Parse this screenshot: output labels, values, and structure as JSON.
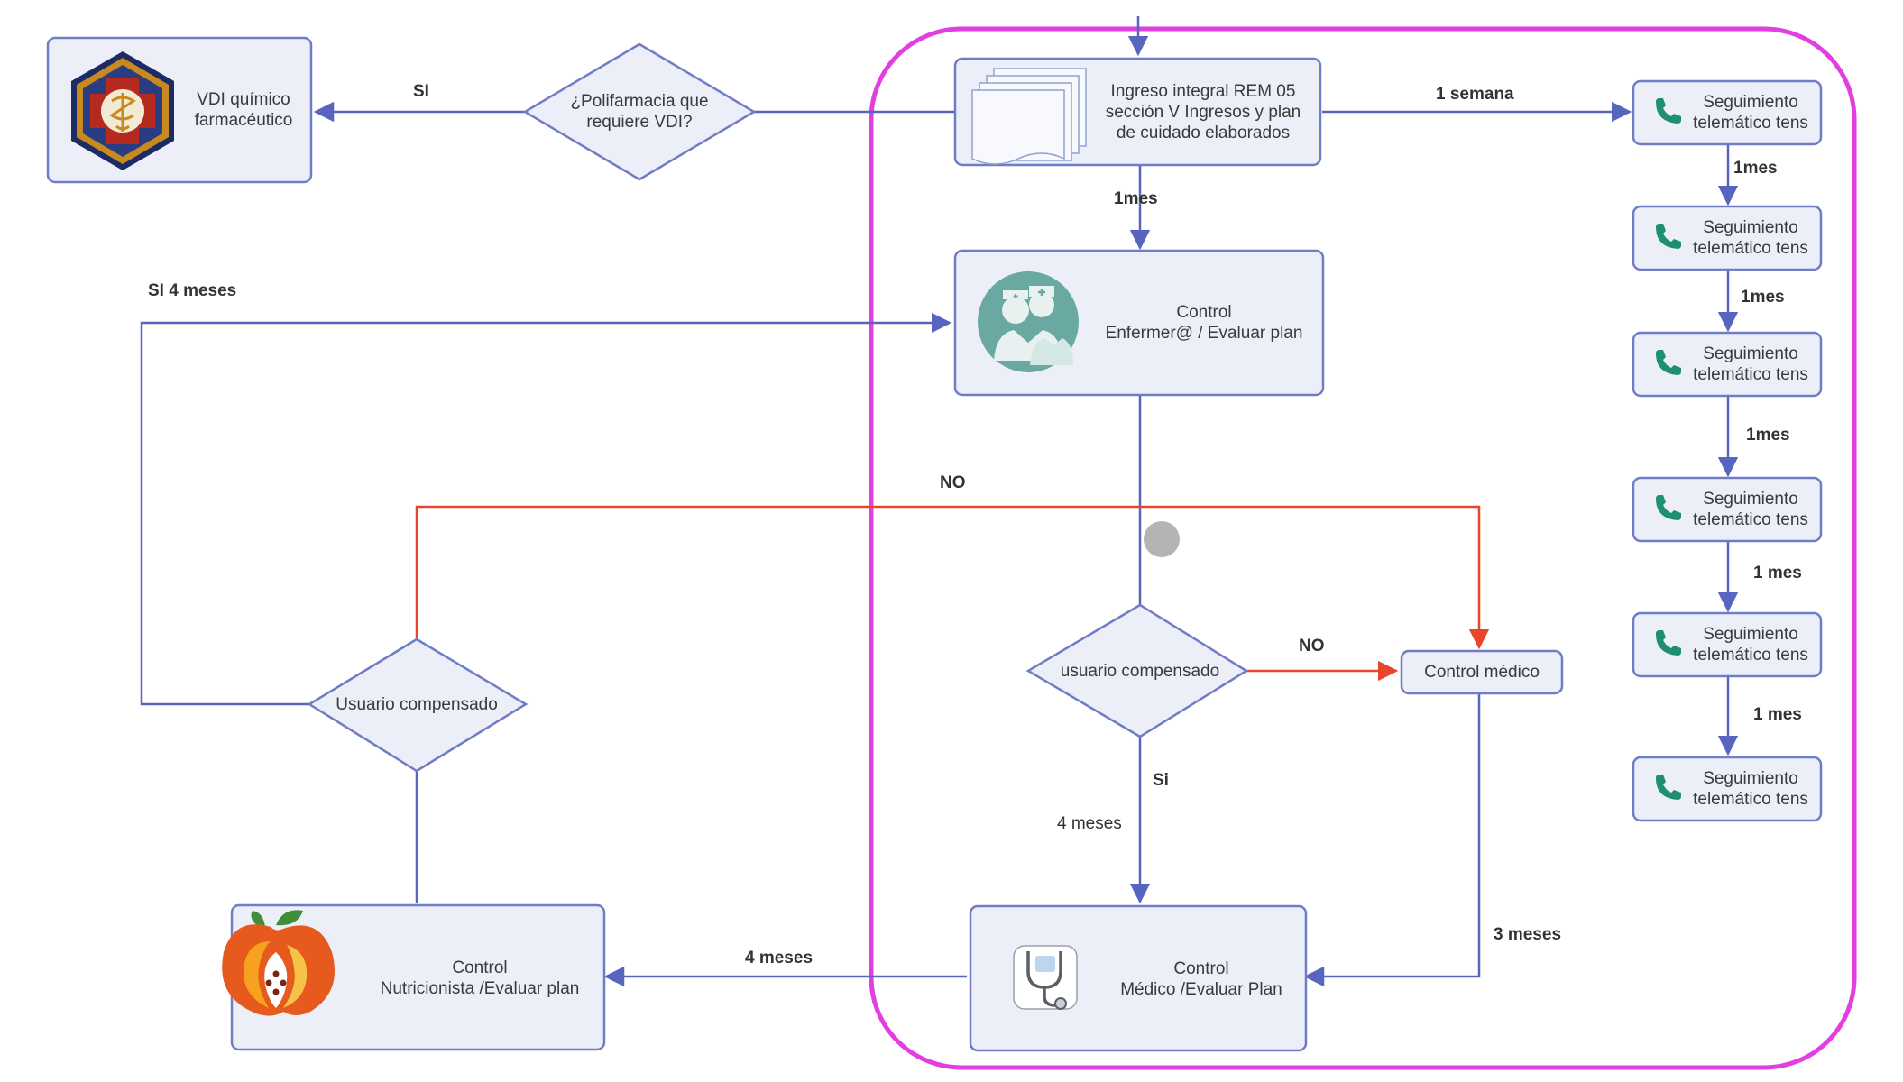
{
  "colors": {
    "node_fill": "#eceef8",
    "node_stroke": "#6e7dc6",
    "edge_blue": "#5865bf",
    "edge_red": "#e8452c",
    "highlight": "#e23fe0",
    "phone": "#1f8f74"
  },
  "nodes": {
    "vdi": {
      "line1": "VDI químico",
      "line2": "farmacéutico",
      "icon": "pharmacy-caduceus-icon"
    },
    "polifarmacia": {
      "line1": "¿Polifarmacia que",
      "line2": "requiere VDI?"
    },
    "ingreso": {
      "line1": "Ingreso integral REM 05",
      "line2": "sección V Ingresos y plan",
      "line3": "de cuidado elaborados",
      "icon": "documents-icon"
    },
    "control_enfermera": {
      "line1": "Control",
      "line2": "Enfermer@ / Evaluar plan",
      "icon": "nurse-icon"
    },
    "usuario_compensado_right": {
      "label": "usuario compensado"
    },
    "control_medico_small": {
      "label": "Control médico"
    },
    "control_medico": {
      "line1": "Control",
      "line2": "Médico  /Evaluar Plan",
      "icon": "stethoscope-icon"
    },
    "control_nutricionista": {
      "line1": "Control",
      "line2": "Nutricionista /Evaluar plan",
      "icon": "apple-icon"
    },
    "usuario_compensado_left": {
      "label": "Usuario compensado"
    }
  },
  "followups": [
    {
      "line1": "Seguimiento",
      "line2": "telemático tens"
    },
    {
      "line1": "Seguimiento",
      "line2": "telemático tens"
    },
    {
      "line1": "Seguimiento",
      "line2": "telemático tens"
    },
    {
      "line1": "Seguimiento",
      "line2": "telemático tens"
    },
    {
      "line1": "Seguimiento",
      "line2": "telemático tens"
    },
    {
      "line1": "Seguimiento",
      "line2": "telemático tens"
    }
  ],
  "edge_labels": {
    "si_vdi": "SI",
    "una_semana": "1 semana",
    "unmes_ingreso": "1mes",
    "f1": "1mes",
    "f2": "1mes",
    "f3": "1mes",
    "f4": "1 mes",
    "f5": "1 mes",
    "si_4meses": "SI 4 meses",
    "no_top": "NO",
    "no_right": "NO",
    "si_right": "Si",
    "cuatro_meses_down": "4 meses",
    "tres_meses": "3 meses",
    "cuatro_meses_left": "4 meses"
  }
}
